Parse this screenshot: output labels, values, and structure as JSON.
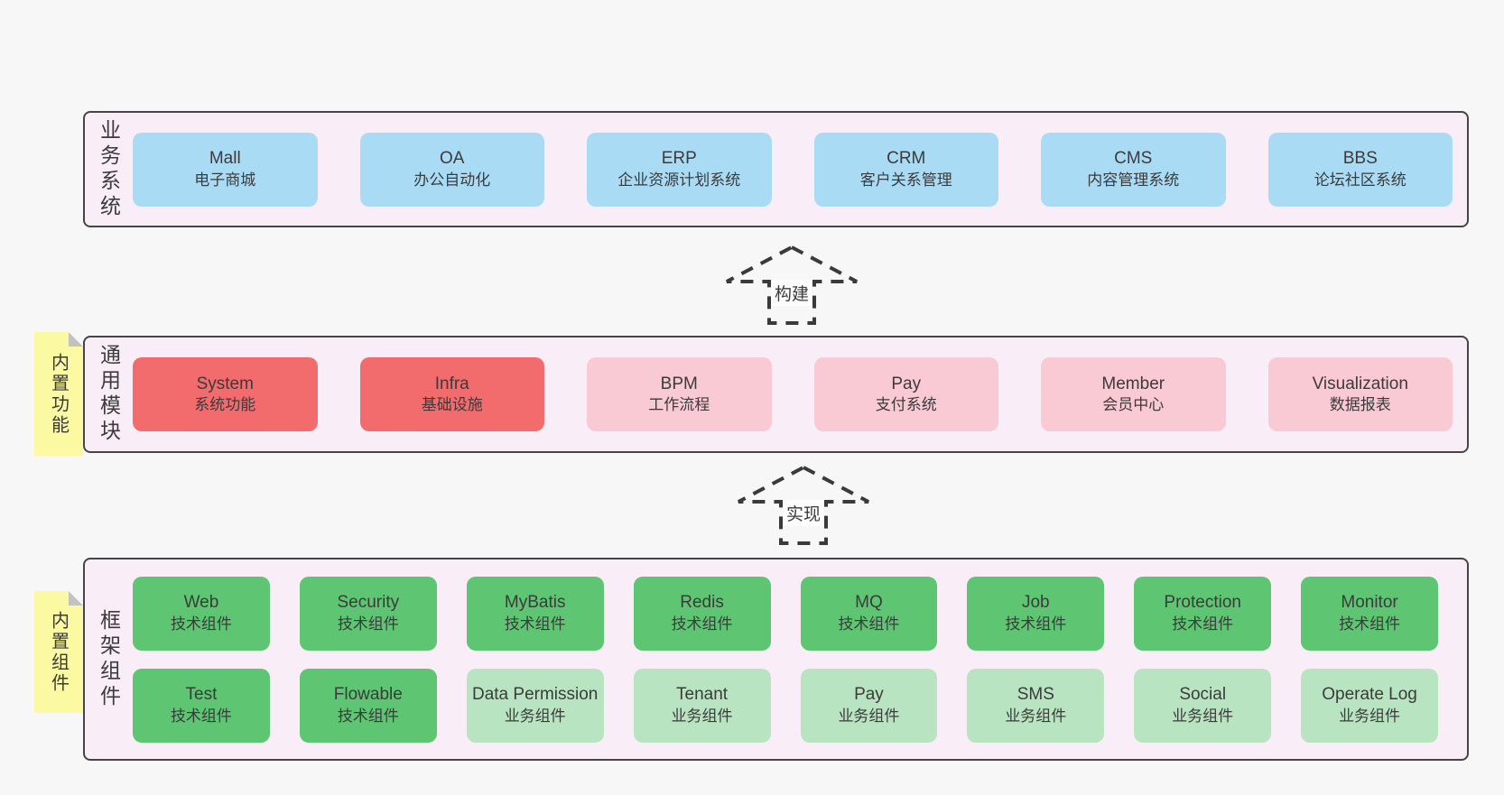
{
  "colors": {
    "page-bg": "#f7f7f7",
    "layer-bg": "#f9edf7",
    "layer-border": "#454545",
    "box-blue": "#a9dbf5",
    "box-red": "#f26b6d",
    "box-pink": "#f9c9d4",
    "box-green": "#5ec573",
    "box-green-light": "#b9e4c1",
    "sticky-yellow": "#fbf9a2",
    "sticky-fold": "#c2c2c2",
    "text": "#3b3b3b"
  },
  "layers": {
    "business": {
      "label": "业务系统",
      "items": [
        {
          "name": "Mall",
          "desc": "电子商城"
        },
        {
          "name": "OA",
          "desc": "办公自动化"
        },
        {
          "name": "ERP",
          "desc": "企业资源计划系统"
        },
        {
          "name": "CRM",
          "desc": "客户关系管理"
        },
        {
          "name": "CMS",
          "desc": "内容管理系统"
        },
        {
          "name": "BBS",
          "desc": "论坛社区系统"
        }
      ]
    },
    "modules": {
      "label": "通用模块",
      "sticky": "内置功能",
      "items": [
        {
          "name": "System",
          "desc": "系统功能"
        },
        {
          "name": "Infra",
          "desc": "基础设施"
        },
        {
          "name": "BPM",
          "desc": "工作流程"
        },
        {
          "name": "Pay",
          "desc": "支付系统"
        },
        {
          "name": "Member",
          "desc": "会员中心"
        },
        {
          "name": "Visualization",
          "desc": "数据报表"
        }
      ]
    },
    "framework": {
      "label": "框架组件",
      "sticky": "内置组件",
      "row1": [
        {
          "name": "Web",
          "desc": "技术组件"
        },
        {
          "name": "Security",
          "desc": "技术组件"
        },
        {
          "name": "MyBatis",
          "desc": "技术组件"
        },
        {
          "name": "Redis",
          "desc": "技术组件"
        },
        {
          "name": "MQ",
          "desc": "技术组件"
        },
        {
          "name": "Job",
          "desc": "技术组件"
        },
        {
          "name": "Protection",
          "desc": "技术组件"
        },
        {
          "name": "Monitor",
          "desc": "技术组件"
        }
      ],
      "row2": [
        {
          "name": "Test",
          "desc": "技术组件"
        },
        {
          "name": "Flowable",
          "desc": "技术组件"
        },
        {
          "name": "Data Permission",
          "desc": "业务组件"
        },
        {
          "name": "Tenant",
          "desc": "业务组件"
        },
        {
          "name": "Pay",
          "desc": "业务组件"
        },
        {
          "name": "SMS",
          "desc": "业务组件"
        },
        {
          "name": "Social",
          "desc": "业务组件"
        },
        {
          "name": "Operate Log",
          "desc": "业务组件"
        }
      ]
    }
  },
  "arrows": {
    "build": {
      "label": "构建"
    },
    "implement": {
      "label": "实现"
    }
  }
}
